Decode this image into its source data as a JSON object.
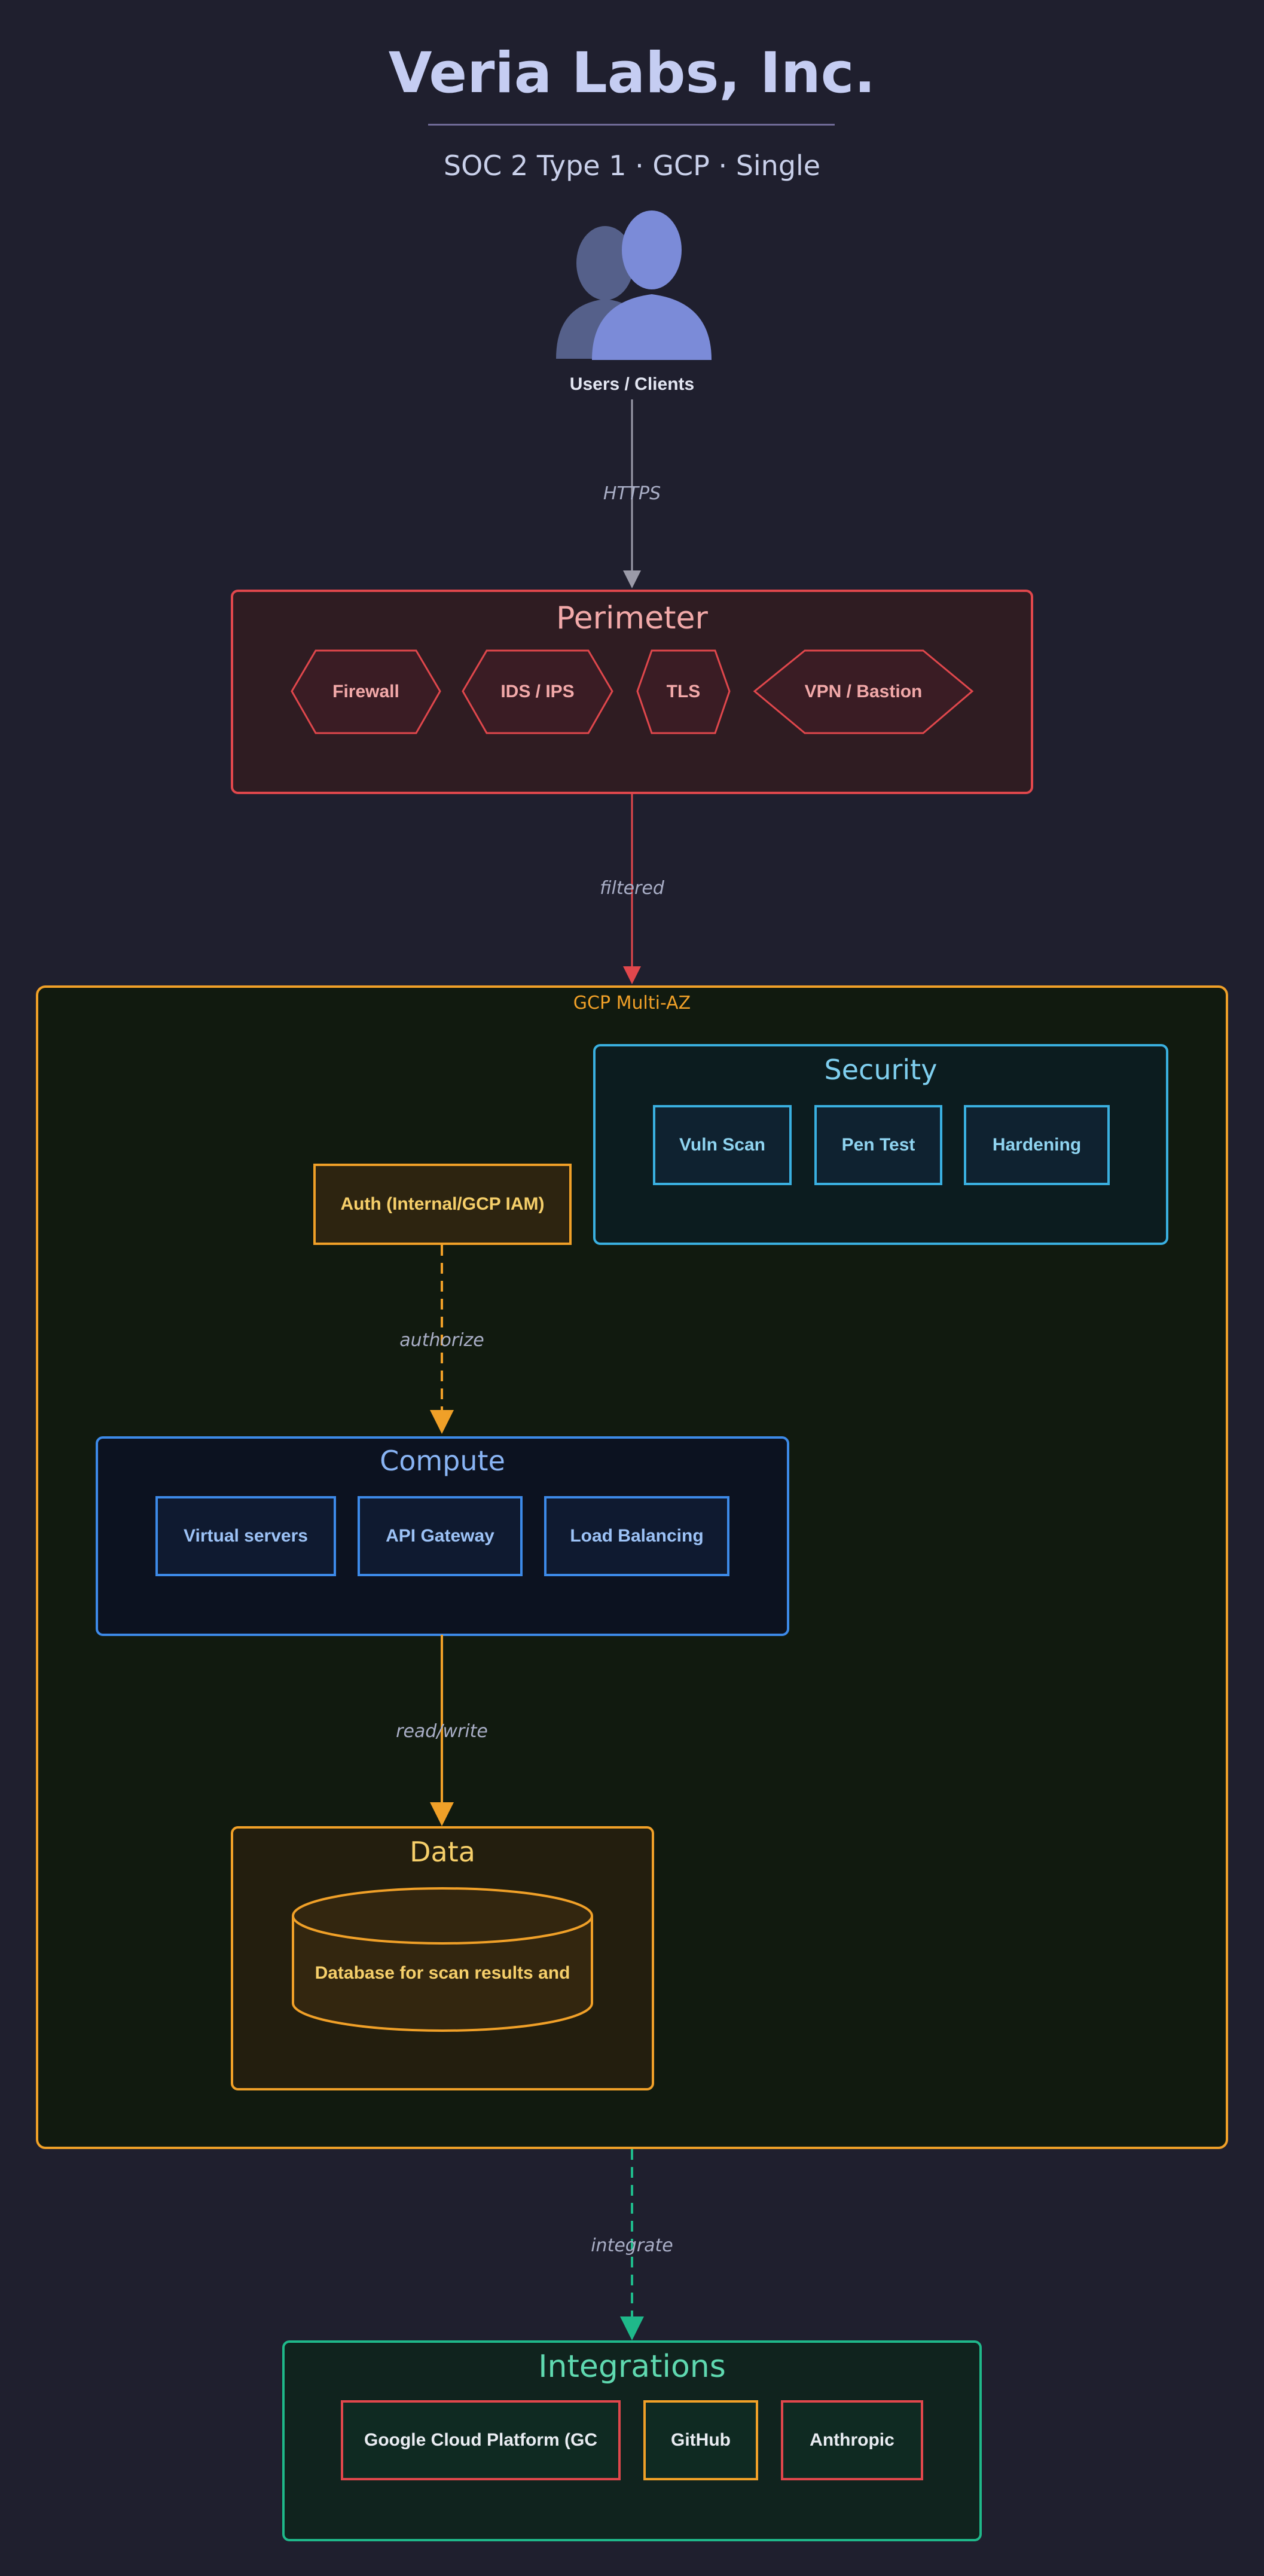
{
  "header": {
    "title": "Veria Labs, Inc.",
    "subtitle": "SOC 2 Type 1 · GCP · Single"
  },
  "users": {
    "label": "Users / Clients",
    "icon": "users-icon"
  },
  "edges": {
    "https": "HTTPS",
    "filtered": "filtered",
    "authorize": "authorize",
    "read_write": "read/write",
    "integrate": "integrate"
  },
  "perimeter": {
    "title": "Perimeter",
    "items": [
      "Firewall",
      "IDS / IPS",
      "TLS",
      "VPN / Bastion"
    ]
  },
  "cloud": {
    "label": "GCP Multi-AZ"
  },
  "security": {
    "title": "Security",
    "items": [
      "Vuln Scan",
      "Pen Test",
      "Hardening"
    ]
  },
  "auth": {
    "label": "Auth (Internal/GCP IAM)"
  },
  "compute": {
    "title": "Compute",
    "items": [
      "Virtual servers",
      "API Gateway",
      "Load Balancing"
    ]
  },
  "data_group": {
    "title": "Data",
    "database": "Database for scan results and"
  },
  "integrations": {
    "title": "Integrations",
    "items": [
      "Google Cloud Platform (GC",
      "GitHub",
      "Anthropic"
    ]
  },
  "colors": {
    "background": "#1f1f2e",
    "perimeter": "#e0474c",
    "cloud": "#f0a028",
    "security": "#3ab0e0",
    "compute": "#3d8ae8",
    "data": "#f0a028",
    "integrations": "#1fb88a",
    "users": "#7b8bd8"
  }
}
